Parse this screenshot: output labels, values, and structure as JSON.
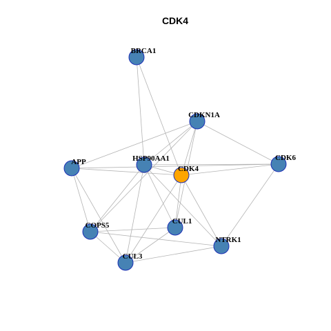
{
  "title": "CDK4",
  "colors": {
    "center_node": "#FFA500",
    "node": "#4682B4",
    "node_border": "#1C2FB5",
    "edge": "#B3B3B3"
  },
  "nodes": [
    {
      "id": "BRCA1",
      "label": "BRCA1",
      "center": false
    },
    {
      "id": "CDKN1A",
      "label": "CDKN1A",
      "center": false
    },
    {
      "id": "APP",
      "label": "APP",
      "center": false
    },
    {
      "id": "HSP90AA1",
      "label": "HSP90AA1",
      "center": false
    },
    {
      "id": "CDK4",
      "label": "CDK4",
      "center": true
    },
    {
      "id": "CDK6",
      "label": "CDK6",
      "center": false
    },
    {
      "id": "COPS5",
      "label": "COPS5",
      "center": false
    },
    {
      "id": "CUL1",
      "label": "CUL1",
      "center": false
    },
    {
      "id": "NTRK1",
      "label": "NTRK1",
      "center": false
    },
    {
      "id": "CUL3",
      "label": "CUL3",
      "center": false
    }
  ],
  "edges": [
    [
      "BRCA1",
      "HSP90AA1"
    ],
    [
      "BRCA1",
      "CDK4"
    ],
    [
      "CDKN1A",
      "APP"
    ],
    [
      "CDKN1A",
      "CDK4"
    ],
    [
      "CDKN1A",
      "CDK6"
    ],
    [
      "CDKN1A",
      "HSP90AA1"
    ],
    [
      "CDKN1A",
      "CUL1"
    ],
    [
      "CDKN1A",
      "COPS5"
    ],
    [
      "APP",
      "CDK4"
    ],
    [
      "APP",
      "CDK6"
    ],
    [
      "APP",
      "COPS5"
    ],
    [
      "APP",
      "CUL3"
    ],
    [
      "HSP90AA1",
      "CDK4"
    ],
    [
      "HSP90AA1",
      "CDK6"
    ],
    [
      "HSP90AA1",
      "COPS5"
    ],
    [
      "HSP90AA1",
      "CUL1"
    ],
    [
      "HSP90AA1",
      "NTRK1"
    ],
    [
      "HSP90AA1",
      "CUL3"
    ],
    [
      "CDK4",
      "CDK6"
    ],
    [
      "CDK4",
      "CUL1"
    ],
    [
      "CDK4",
      "NTRK1"
    ],
    [
      "CDK4",
      "CUL3"
    ],
    [
      "CDK6",
      "NTRK1"
    ],
    [
      "COPS5",
      "CUL1"
    ],
    [
      "COPS5",
      "CUL3"
    ],
    [
      "COPS5",
      "NTRK1"
    ],
    [
      "CUL1",
      "CUL3"
    ],
    [
      "CUL3",
      "NTRK1"
    ]
  ]
}
